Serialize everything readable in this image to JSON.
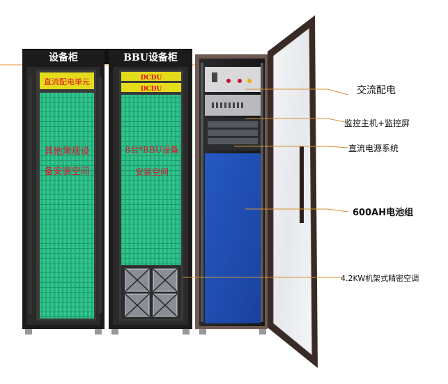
{
  "cabinets": {
    "left_title": "设备柜",
    "middle_title": "BBU设备柜",
    "left_ac_unit": "直流配电单元",
    "middle_dcdu_top": "DCDU",
    "middle_dcdu_bottom": "DCDU",
    "left_space_line1": "其他常规设",
    "left_space_line2": "备安装空间",
    "middle_space_line1": "8台*BBU设备",
    "middle_space_line2": "安装空间"
  },
  "callouts": [
    {
      "label": "交流配电"
    },
    {
      "label": "监控主机+监控屏"
    },
    {
      "label": "直流电源系统"
    },
    {
      "label": "600AH电池组"
    },
    {
      "label": "4.2KW机架式精密空调"
    }
  ],
  "colors": {
    "green_panel": "#2fc58d",
    "yellow_label": "#e4dc1a",
    "red_text": "#e0102a",
    "battery_blue": "#1f4fb5",
    "cabinet_frame": "#1b1b1b",
    "door_frame": "#3a2a26",
    "leader_line": "#d8902f"
  }
}
